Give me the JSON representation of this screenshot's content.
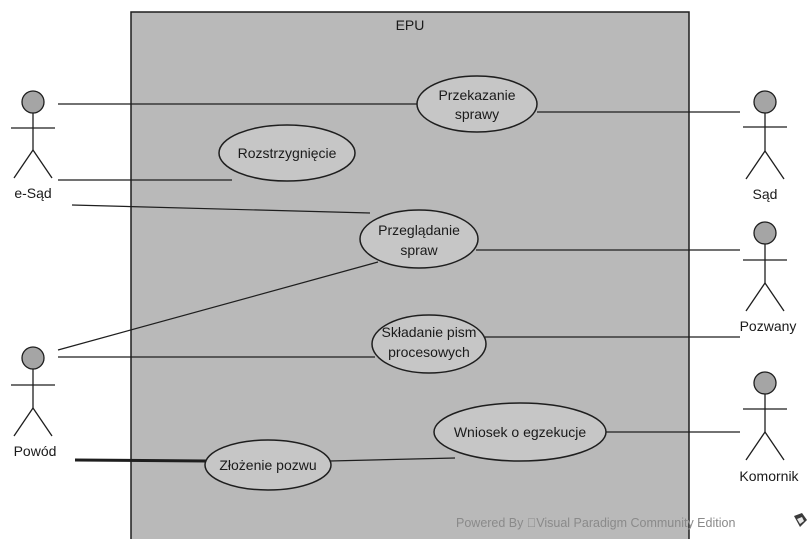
{
  "system": {
    "title": "EPU"
  },
  "actors": {
    "esad": {
      "name": "e-Sąd"
    },
    "sad": {
      "name": "Sąd"
    },
    "pozwany": {
      "name": "Pozwany"
    },
    "powod": {
      "name": "Powód"
    },
    "komornik": {
      "name": "Komornik"
    }
  },
  "use_cases": {
    "przekazanie": {
      "line1": "Przekazanie",
      "line2": "sprawy"
    },
    "rozstrzygniecie": {
      "line1": "Rozstrzygnięcie"
    },
    "przegladanie": {
      "line1": "Przeglądanie",
      "line2": "spraw"
    },
    "skladanie": {
      "line1": "Składanie pism",
      "line2": "procesowych"
    },
    "wniosek": {
      "line1": "Wniosek o egzekucje"
    },
    "zlozenie": {
      "line1": "Złożenie pozwu"
    }
  },
  "watermark": {
    "text": "Powered By ⃞Visual Paradigm Community Edition"
  },
  "colors": {
    "system_fill": "#b9b9b9",
    "usecase_fill": "#c6c6c6",
    "actor_head": "#a5a5a5",
    "stroke": "#1e1e1e"
  }
}
